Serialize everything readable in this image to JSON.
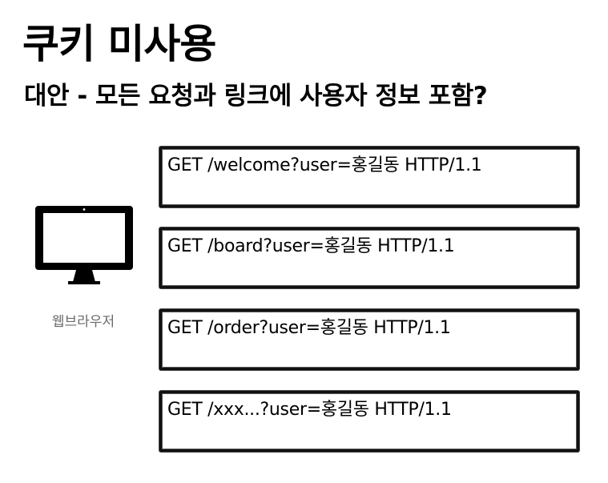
{
  "title": "쿠키 미사용",
  "subtitle": "대안 - 모든 요청과 링크에 사용자 정보 포함?",
  "client": {
    "icon": "monitor-icon",
    "label": "웹브라우저"
  },
  "requests": [
    "GET /welcome?user=홍길동 HTTP/1.1",
    "GET /board?user=홍길동 HTTP/1.1",
    "GET /order?user=홍길동 HTTP/1.1",
    "GET /xxx...?user=홍길동 HTTP/1.1"
  ]
}
